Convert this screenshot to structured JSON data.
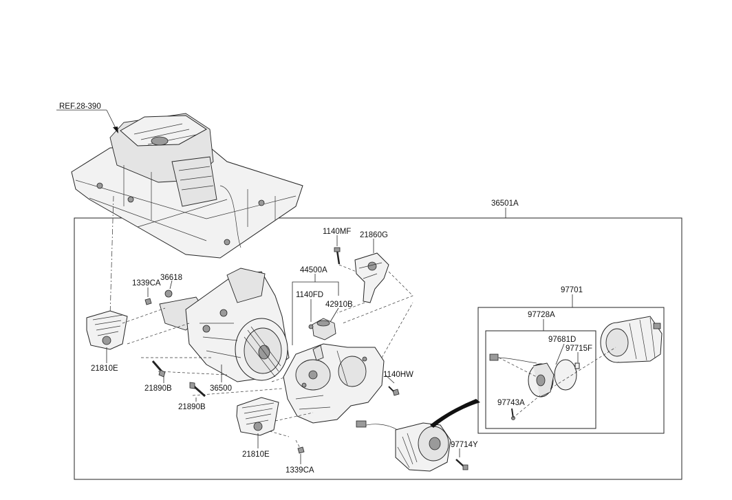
{
  "labels": {
    "ref": "REF.28-390",
    "assy": "36501A",
    "bolt_1140mf": "1140MF",
    "bracket_21860g": "21860G",
    "mount_44500a": "44500A",
    "bolt_1140fd": "1140FD",
    "part_42910b": "42910B",
    "bolt_1339ca_top": "1339CA",
    "nut_36618": "36618",
    "mount_21810e_left": "21810E",
    "bolt_21890b_1": "21890B",
    "motor_36500": "36500",
    "bolt_21890b_2": "21890B",
    "bolt_1140hw": "1140HW",
    "mount_21810e_bottom": "21810E",
    "bolt_1339ca_bottom": "1339CA",
    "bolt_97714y": "97714Y",
    "comp_97701": "97701",
    "kit_97728a": "97728A",
    "part_97681d": "97681D",
    "part_97715f": "97715F",
    "part_97743a": "97743A"
  }
}
